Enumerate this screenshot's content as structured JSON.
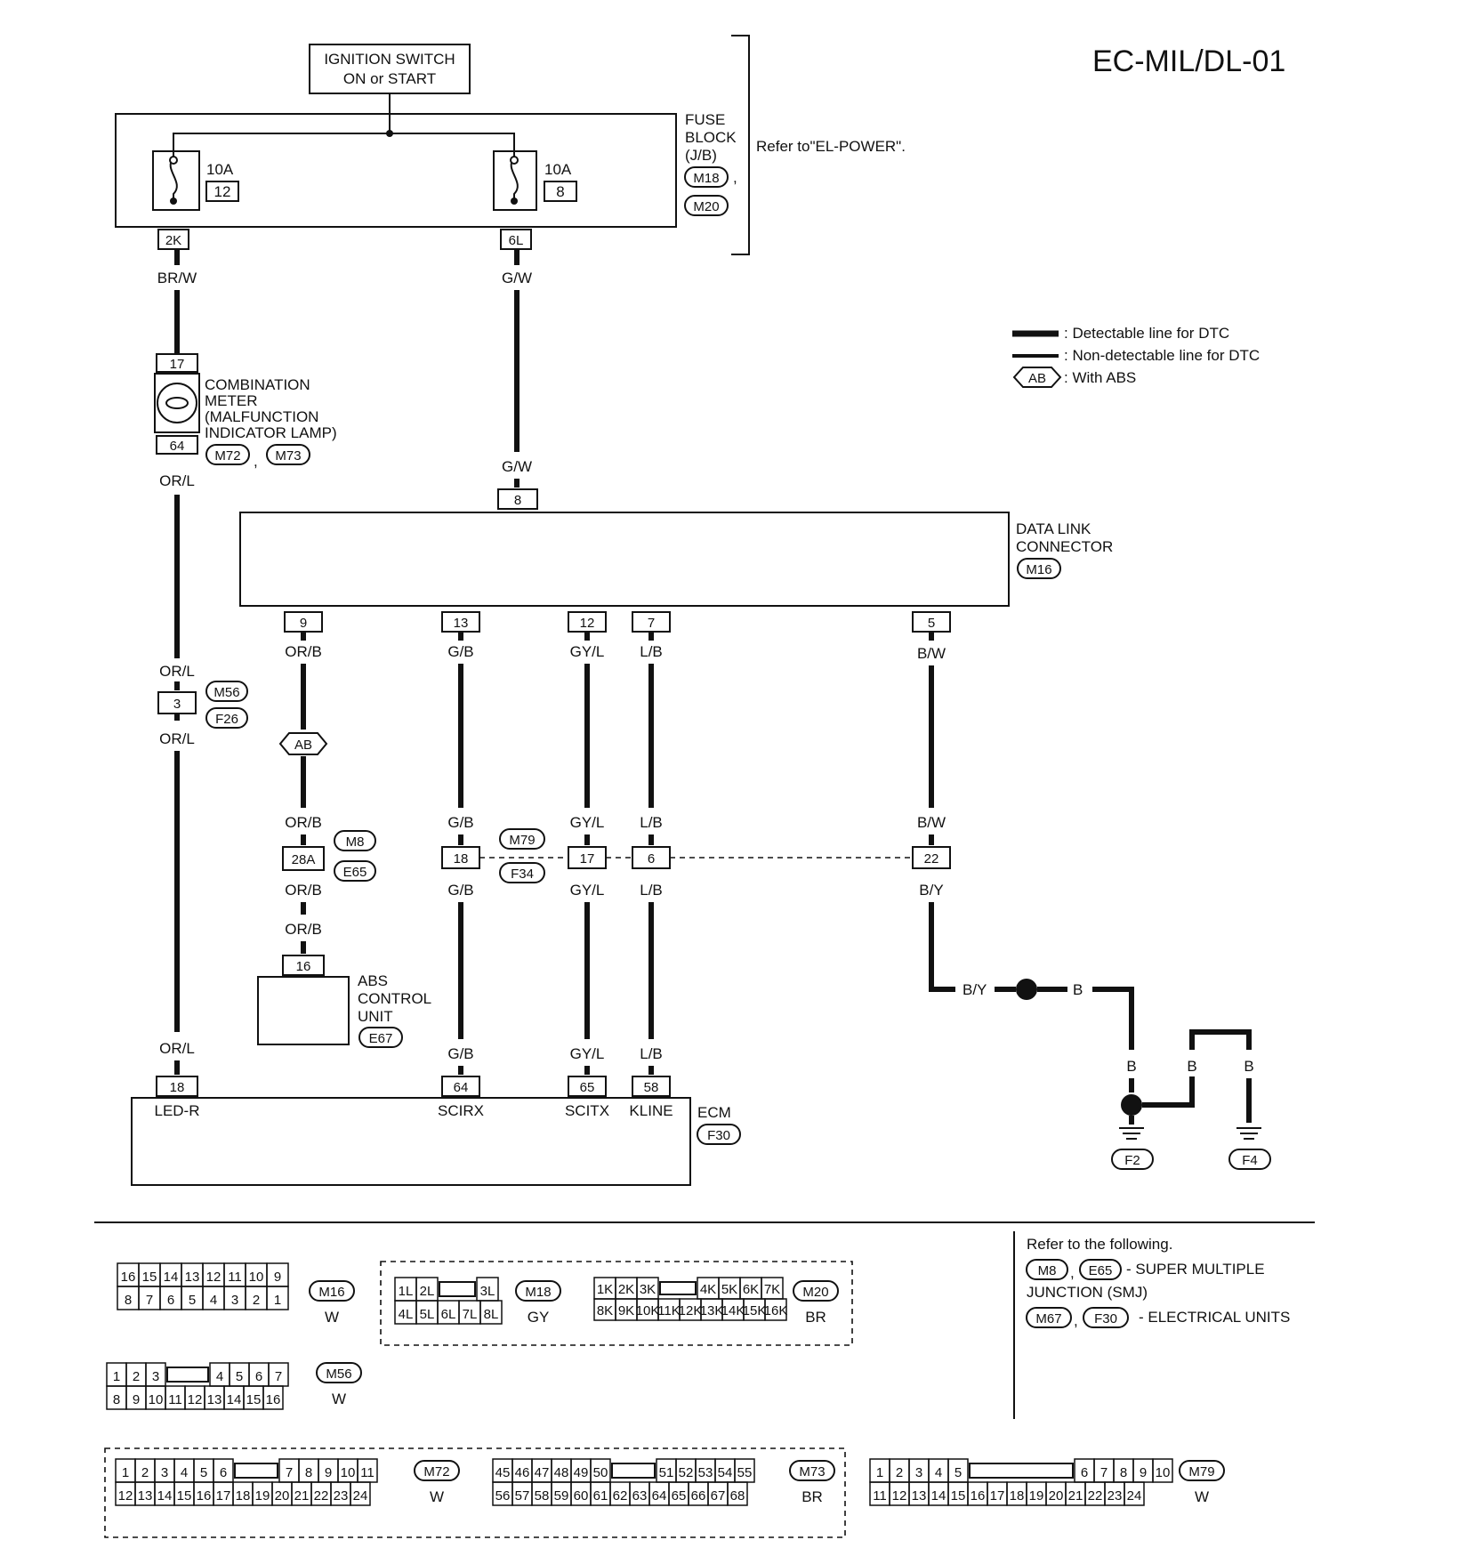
{
  "page_id": "EC-MIL/DL-01",
  "ignition": {
    "line1": "IGNITION SWITCH",
    "line2": "ON or START"
  },
  "fuse_block": {
    "label1": "FUSE",
    "label2": "BLOCK",
    "label3": "(J/B)",
    "conn1": "M18",
    "conn2": "M20",
    "comma": ",",
    "refer": "Refer to\"EL-POWER\".",
    "fuse_left": {
      "amps": "10A",
      "num": "12",
      "terminal": "2K"
    },
    "fuse_right": {
      "amps": "10A",
      "num": "8",
      "terminal": "6L"
    }
  },
  "legend": {
    "detectable": ": Detectable line for DTC",
    "non_detectable": ": Non-detectable line for DTC",
    "abs_code": "AB",
    "abs_text": ": With ABS"
  },
  "meter": {
    "l1": "COMBINATION",
    "l2": "METER",
    "l3": "(MALFUNCTION",
    "l4": "INDICATOR LAMP)",
    "conn1": "M72",
    "conn2": "M73",
    "comma": ",",
    "pin_top": "17",
    "pin_bottom": "64"
  },
  "dlc": {
    "l1": "DATA LINK",
    "l2": "CONNECTOR",
    "conn": "M16",
    "pin_top": "8",
    "pins": [
      "9",
      "13",
      "12",
      "7",
      "5"
    ]
  },
  "junction_m56": {
    "pin": "3",
    "conn1": "M56",
    "conn2": "F26"
  },
  "junction_m8": {
    "pin": "28A",
    "conn1": "M8",
    "conn2": "E65"
  },
  "junction_m79": {
    "pins": [
      "18",
      "17",
      "6",
      "22"
    ],
    "conn1": "M79",
    "conn2": "F34"
  },
  "abs": {
    "l1": "ABS",
    "l2": "CONTROL",
    "l3": "UNIT",
    "conn": "E67",
    "pin": "16"
  },
  "ecm": {
    "label": "ECM",
    "conn": "F30",
    "pins": [
      "18",
      "64",
      "65",
      "58"
    ],
    "names": [
      "LED-R",
      "SCIRX",
      "SCITX",
      "KLINE"
    ]
  },
  "wires": {
    "brw": "BR/W",
    "gw": "G/W",
    "orl": "OR/L",
    "orb": "OR/B",
    "gb": "G/B",
    "gyl": "GY/L",
    "lb": "L/B",
    "bw": "B/W",
    "by": "B/Y",
    "b": "B"
  },
  "grounds": [
    "F2",
    "F4"
  ],
  "refer_following": {
    "title": "Refer to the following.",
    "c1": "M8",
    "c2": "E65",
    "comma": ",",
    "smj1": "- SUPER MULTIPLE",
    "smj2": "JUNCTION (SMJ)",
    "c3": "M67",
    "c4": "F30",
    "eu": "- ELECTRICAL UNITS"
  },
  "connectors": {
    "m16": {
      "name": "M16",
      "color": "W",
      "top": [
        "16",
        "15",
        "14",
        "13",
        "12",
        "11",
        "10",
        "9"
      ],
      "bottom": [
        "8",
        "7",
        "6",
        "5",
        "4",
        "3",
        "2",
        "1"
      ]
    },
    "m18": {
      "name": "M18",
      "color": "GY",
      "top": [
        "1L",
        "2L",
        "3L"
      ],
      "bottom": [
        "4L",
        "5L",
        "6L",
        "7L",
        "8L"
      ]
    },
    "m20": {
      "name": "M20",
      "color": "BR",
      "top": [
        "1K",
        "2K",
        "3K",
        "4K",
        "5K",
        "6K",
        "7K"
      ],
      "bottom": [
        "8K",
        "9K",
        "10K",
        "11K",
        "12K",
        "13K",
        "14K",
        "15K",
        "16K"
      ]
    },
    "m56": {
      "name": "M56",
      "color": "W",
      "top": [
        "1",
        "2",
        "3",
        "4",
        "5",
        "6",
        "7"
      ],
      "bottom": [
        "8",
        "9",
        "10",
        "11",
        "12",
        "13",
        "14",
        "15",
        "16"
      ]
    },
    "m72": {
      "name": "M72",
      "color": "W",
      "top": [
        "1",
        "2",
        "3",
        "4",
        "5",
        "6",
        "7",
        "8",
        "9",
        "10",
        "11"
      ],
      "bottom": [
        "12",
        "13",
        "14",
        "15",
        "16",
        "17",
        "18",
        "19",
        "20",
        "21",
        "22",
        "23",
        "24"
      ]
    },
    "m73": {
      "name": "M73",
      "color": "BR",
      "top": [
        "45",
        "46",
        "47",
        "48",
        "49",
        "50",
        "51",
        "52",
        "53",
        "54",
        "55"
      ],
      "bottom": [
        "56",
        "57",
        "58",
        "59",
        "60",
        "61",
        "62",
        "63",
        "64",
        "65",
        "66",
        "67",
        "68"
      ]
    },
    "m79": {
      "name": "M79",
      "color": "W",
      "top": [
        "1",
        "2",
        "3",
        "4",
        "5",
        "6",
        "7",
        "8",
        "9",
        "10"
      ],
      "bottom": [
        "11",
        "12",
        "13",
        "14",
        "15",
        "16",
        "17",
        "18",
        "19",
        "20",
        "21",
        "22",
        "23",
        "24"
      ]
    }
  }
}
